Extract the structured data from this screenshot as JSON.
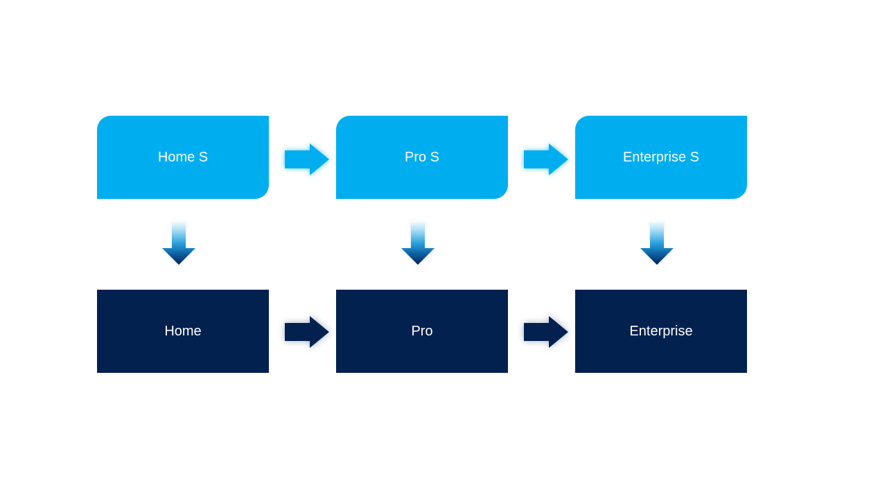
{
  "slide": {
    "background": "#ffffff",
    "type": "edition-upgrade-flow-diagram"
  },
  "colors": {
    "top_box_fill": "#00aeef",
    "bottom_box_fill": "#03214f",
    "text_color": "#ffffff",
    "slide_bg": "#ffffff"
  },
  "gradients": {
    "down_arrow_stops": [
      "#ffffff",
      "#a9def6",
      "#28a0dc",
      "#0b5a9b",
      "#022154"
    ]
  },
  "columns": [
    {
      "top_label": "Home S",
      "bottom_label": "Home"
    },
    {
      "top_label": "Pro S",
      "bottom_label": "Pro"
    },
    {
      "top_label": "Enterprise S",
      "bottom_label": "Enterprise"
    }
  ],
  "edges": [
    {
      "from": "Home S",
      "to": "Pro S",
      "direction": "right"
    },
    {
      "from": "Pro S",
      "to": "Enterprise S",
      "direction": "right"
    },
    {
      "from": "Home S",
      "to": "Home",
      "direction": "down"
    },
    {
      "from": "Pro S",
      "to": "Pro",
      "direction": "down"
    },
    {
      "from": "Enterprise S",
      "to": "Enterprise",
      "direction": "down"
    },
    {
      "from": "Home",
      "to": "Pro",
      "direction": "right"
    },
    {
      "from": "Pro",
      "to": "Enterprise",
      "direction": "right"
    }
  ]
}
